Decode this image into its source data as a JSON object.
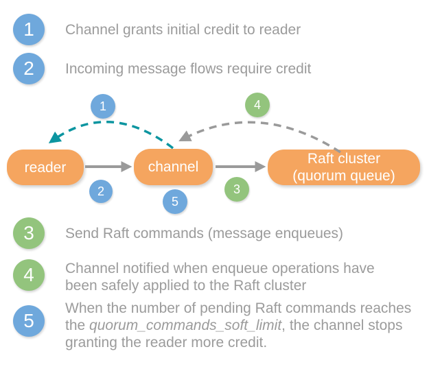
{
  "palette": {
    "step_blue": "#6FA8DC",
    "step_green": "#93C47D",
    "node_orange": "#F5A55F",
    "arrow_gray": "#9A9A9A",
    "arrow_teal": "#0C95A0",
    "text_gray": "#9B9B9B",
    "label_white": "#FFFFFF"
  },
  "steps_top": {
    "step1": {
      "num": "1",
      "text": "Channel grants initial credit to reader"
    },
    "step2": {
      "num": "2",
      "text": "Incoming message flows require credit"
    }
  },
  "diagram": {
    "nodes": {
      "reader": "reader",
      "channel": "channel",
      "raft_line1": "Raft cluster",
      "raft_line2": "(quorum queue)"
    },
    "badges": {
      "b1": "1",
      "b2": "2",
      "b3": "3",
      "b4": "4",
      "b5": "5"
    },
    "arrows": {
      "reader_to_channel": "solid gray arrow",
      "channel_to_raft": "solid gray arrow",
      "channel_to_reader_credit": "teal dashed curved arrow",
      "raft_to_channel_notify": "gray dashed curved arrow"
    }
  },
  "steps_bottom": {
    "step3": {
      "num": "3",
      "text": "Send Raft commands (message enqueues)"
    },
    "step4": {
      "num": "4",
      "line1": "Channel notified when enqueue operations have",
      "line2": "been safely applied to the Raft cluster"
    },
    "step5": {
      "num": "5",
      "line1": "When the number of pending Raft commands reaches",
      "line2_pre": "the ",
      "line2_italic": "quorum_commands_soft_limit",
      "line2_post": ", the channel stops",
      "line3": "granting the reader more credit."
    }
  }
}
